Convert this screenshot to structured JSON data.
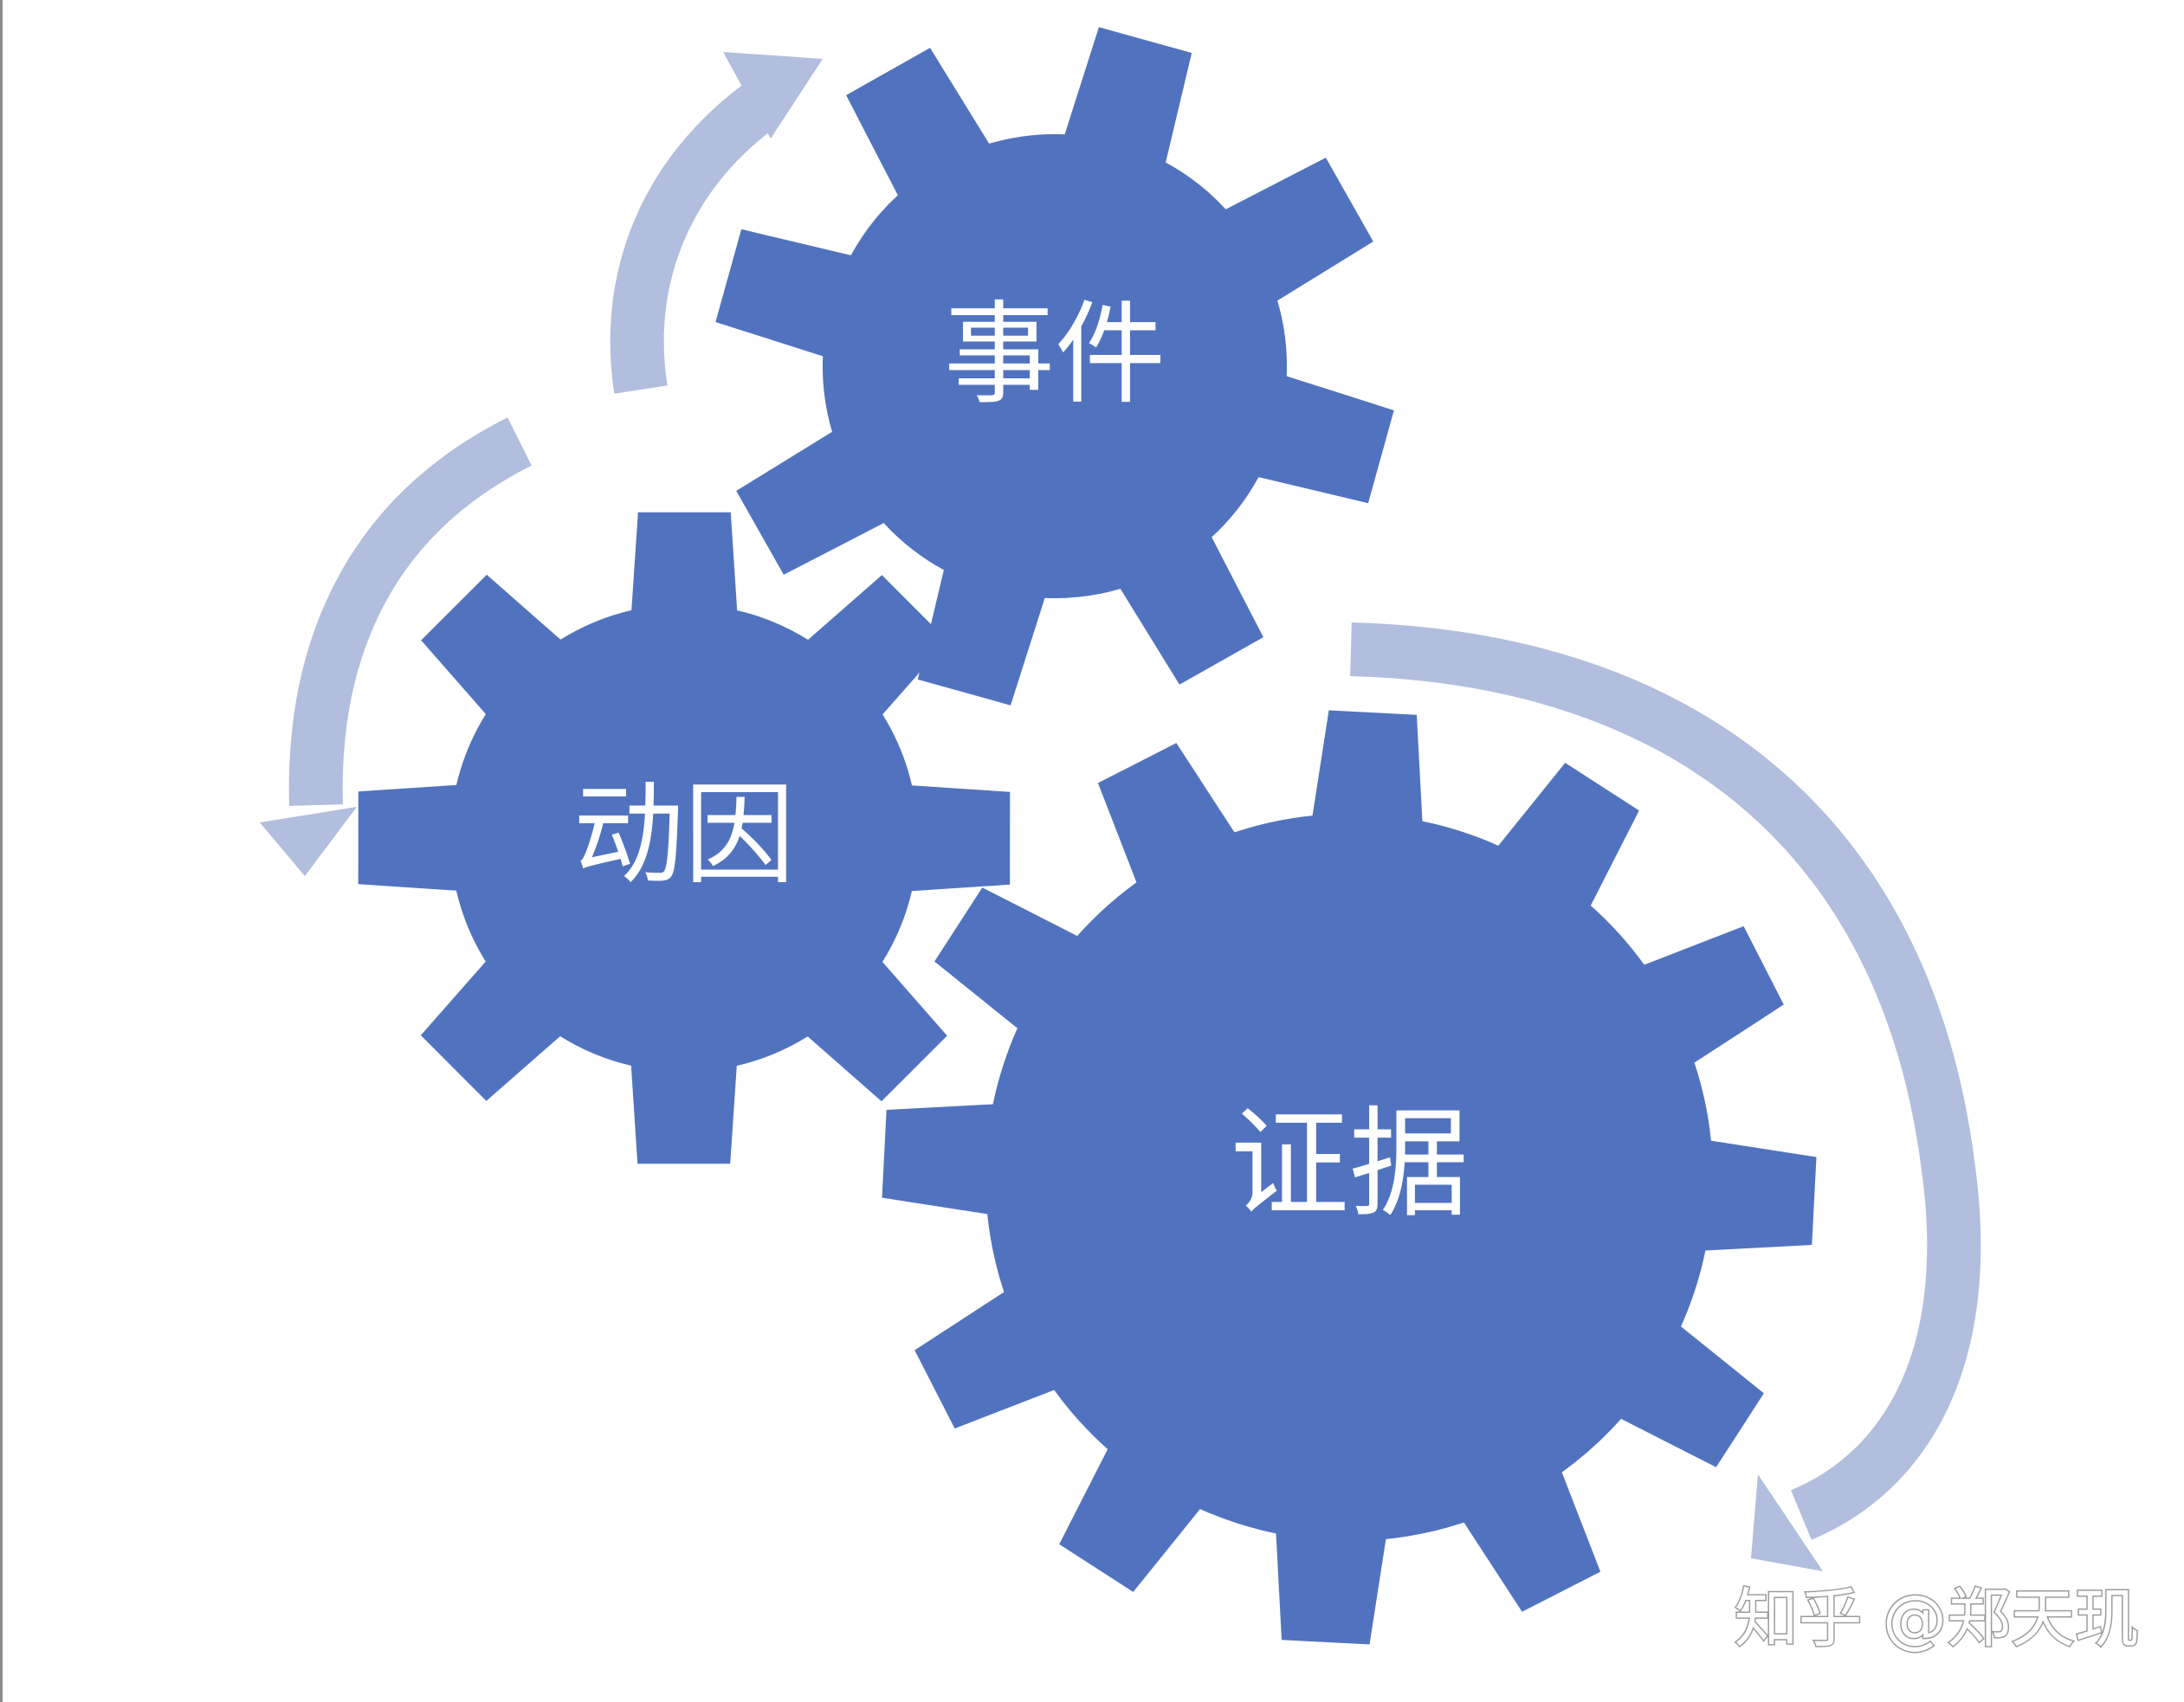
{
  "diagram": {
    "gears": [
      {
        "id": "event",
        "label": "事件"
      },
      {
        "id": "motive",
        "label": "动因"
      },
      {
        "id": "evidence",
        "label": "证据"
      }
    ],
    "arrows": [
      {
        "id": "motive-to-event",
        "direction": "clockwise"
      },
      {
        "id": "event-to-motive",
        "direction": "counterclockwise"
      },
      {
        "id": "evidence-cycle",
        "direction": "clockwise"
      }
    ],
    "colors": {
      "gear": "#5173BF",
      "arrow": "#B1BEDD",
      "label": "#FFFFFF",
      "background": "#FFFFFF"
    }
  },
  "watermark": {
    "text": "知乎 @郑天玑"
  }
}
